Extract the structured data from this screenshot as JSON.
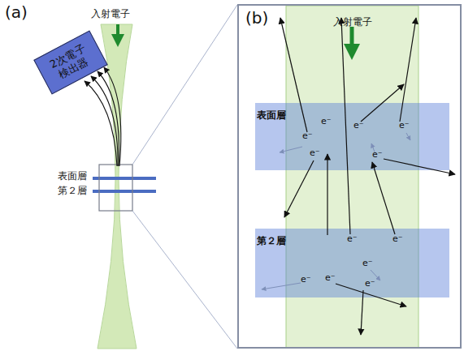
{
  "diagram": {
    "nodes": [
      {
        "text": [
          "2次電子 検出器"
        ]
      },
      {
        "text": [
          "(b)"
        ]
      },
      {
        "text": [
          "表面層"
        ],
        "in": 1
      },
      {
        "text": [
          "第２層"
        ],
        "in": 1
      }
    ],
    "labels": [
      "(a)",
      "入射電子",
      "表面層",
      "第２層",
      "入射電子",
      "e⁻",
      "e⁻",
      "e⁻",
      "e⁻",
      "e⁻",
      "e⁻",
      "e⁻",
      "e⁻",
      "e⁻",
      "e⁻",
      "e⁻",
      "e⁻"
    ]
  }
}
